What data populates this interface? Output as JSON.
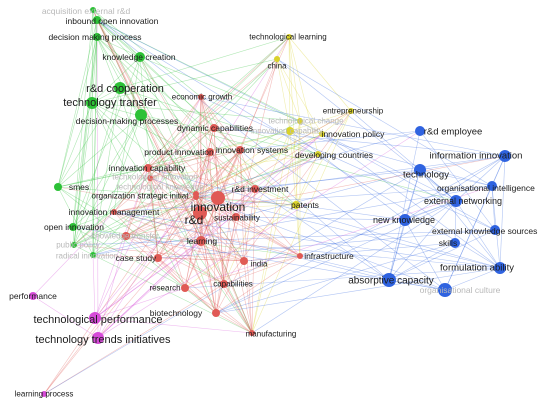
{
  "clusters": {
    "green": "#2cc136",
    "red": "#e05a55",
    "blue": "#2f63e0",
    "yellow": "#d9d22a",
    "purple": "#d64ad8"
  },
  "nodes": [
    {
      "label": "acquisition external r&d",
      "cluster": "green"
    },
    {
      "label": "inbound open innovation",
      "cluster": "green"
    },
    {
      "label": "decision making process",
      "cluster": "green"
    },
    {
      "label": "knowledge creation",
      "cluster": "green"
    },
    {
      "label": "r&d cooperation",
      "cluster": "green"
    },
    {
      "label": "technology transfer",
      "cluster": "green"
    },
    {
      "label": "decision-making processes",
      "cluster": "green"
    },
    {
      "label": "smes",
      "cluster": "green"
    },
    {
      "label": "open innovation",
      "cluster": "green"
    },
    {
      "label": "public policy",
      "cluster": "green"
    },
    {
      "label": "radical innovation",
      "cluster": "green"
    },
    {
      "label": "technological learning",
      "cluster": "yellow"
    },
    {
      "label": "china",
      "cluster": "yellow"
    },
    {
      "label": "entrepreneurship",
      "cluster": "yellow"
    },
    {
      "label": "technological change",
      "cluster": "yellow"
    },
    {
      "label": "innovation capability",
      "cluster": "yellow"
    },
    {
      "label": "innovation policy",
      "cluster": "yellow"
    },
    {
      "label": "developing countries",
      "cluster": "yellow"
    },
    {
      "label": "patents",
      "cluster": "yellow"
    },
    {
      "label": "economic growth",
      "cluster": "red"
    },
    {
      "label": "dynamic capabilities",
      "cluster": "red"
    },
    {
      "label": "product innovation",
      "cluster": "red"
    },
    {
      "label": "innovation systems",
      "cluster": "red"
    },
    {
      "label": "innovation capability",
      "cluster": "red"
    },
    {
      "label": "technological innovation",
      "cluster": "red"
    },
    {
      "label": "technological knowledge",
      "cluster": "red"
    },
    {
      "label": "organization strategic initiat",
      "cluster": "red"
    },
    {
      "label": "innovation management",
      "cluster": "red"
    },
    {
      "label": "r&d investment",
      "cluster": "red"
    },
    {
      "label": "innovation",
      "cluster": "red"
    },
    {
      "label": "r&d",
      "cluster": "red"
    },
    {
      "label": "sustainability",
      "cluster": "red"
    },
    {
      "label": "knowledge transfer",
      "cluster": "red"
    },
    {
      "label": "learning",
      "cluster": "red"
    },
    {
      "label": "case study",
      "cluster": "red"
    },
    {
      "label": "india",
      "cluster": "red"
    },
    {
      "label": "capabilities",
      "cluster": "red"
    },
    {
      "label": "research",
      "cluster": "red"
    },
    {
      "label": "biotechnology",
      "cluster": "red"
    },
    {
      "label": "manufacturing",
      "cluster": "red"
    },
    {
      "label": "infrastructure",
      "cluster": "red"
    },
    {
      "label": "r&d employee",
      "cluster": "blue"
    },
    {
      "label": "information innovation",
      "cluster": "blue"
    },
    {
      "label": "technology",
      "cluster": "blue"
    },
    {
      "label": "organisational intelligence",
      "cluster": "blue"
    },
    {
      "label": "external networking",
      "cluster": "blue"
    },
    {
      "label": "new knowledge",
      "cluster": "blue"
    },
    {
      "label": "external knowledge sources",
      "cluster": "blue"
    },
    {
      "label": "skills",
      "cluster": "blue"
    },
    {
      "label": "formulation ability",
      "cluster": "blue"
    },
    {
      "label": "absorptive capacity",
      "cluster": "blue"
    },
    {
      "label": "organisational culture",
      "cluster": "blue"
    },
    {
      "label": "performance",
      "cluster": "purple"
    },
    {
      "label": "technological performance",
      "cluster": "purple"
    },
    {
      "label": "technology trends initiatives",
      "cluster": "purple"
    },
    {
      "label": "learning process",
      "cluster": "purple"
    }
  ]
}
